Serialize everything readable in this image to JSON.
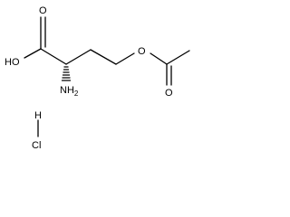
{
  "molecule": {
    "atoms": {
      "hydroxyl": "HO",
      "carbonyl_oxygen": "O",
      "amine": "NH",
      "amine_subscript": "2",
      "ester_oxygen": "O",
      "acetyl_carbonyl_oxygen": "O",
      "hydrogen": "H",
      "chlorine": "Cl"
    },
    "colors": {
      "bond": "#000000",
      "label": "#000000",
      "background": "#ffffff"
    }
  }
}
